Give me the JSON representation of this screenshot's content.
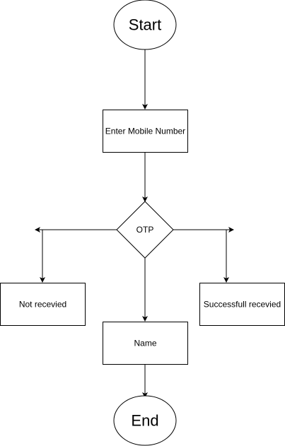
{
  "diagram": {
    "nodes": {
      "start": {
        "label": "Start",
        "shape": "ellipse"
      },
      "enter_mobile": {
        "label": "Enter Mobile Number",
        "shape": "rectangle"
      },
      "otp": {
        "label": "OTP",
        "shape": "diamond"
      },
      "not_received": {
        "label": "Not recevied",
        "shape": "rectangle"
      },
      "successful_received": {
        "label": "Successfull recevied",
        "shape": "rectangle"
      },
      "name": {
        "label": "Name",
        "shape": "rectangle"
      },
      "end": {
        "label": "End",
        "shape": "ellipse"
      }
    },
    "edges": [
      {
        "from": "start",
        "to": "enter_mobile"
      },
      {
        "from": "enter_mobile",
        "to": "otp"
      },
      {
        "from": "otp",
        "to": "not_received"
      },
      {
        "from": "otp",
        "to": "successful_received"
      },
      {
        "from": "otp",
        "to": "name"
      },
      {
        "from": "name",
        "to": "end"
      }
    ],
    "colors": {
      "stroke": "#000000",
      "fill": "#ffffff",
      "text": "#000000"
    }
  }
}
